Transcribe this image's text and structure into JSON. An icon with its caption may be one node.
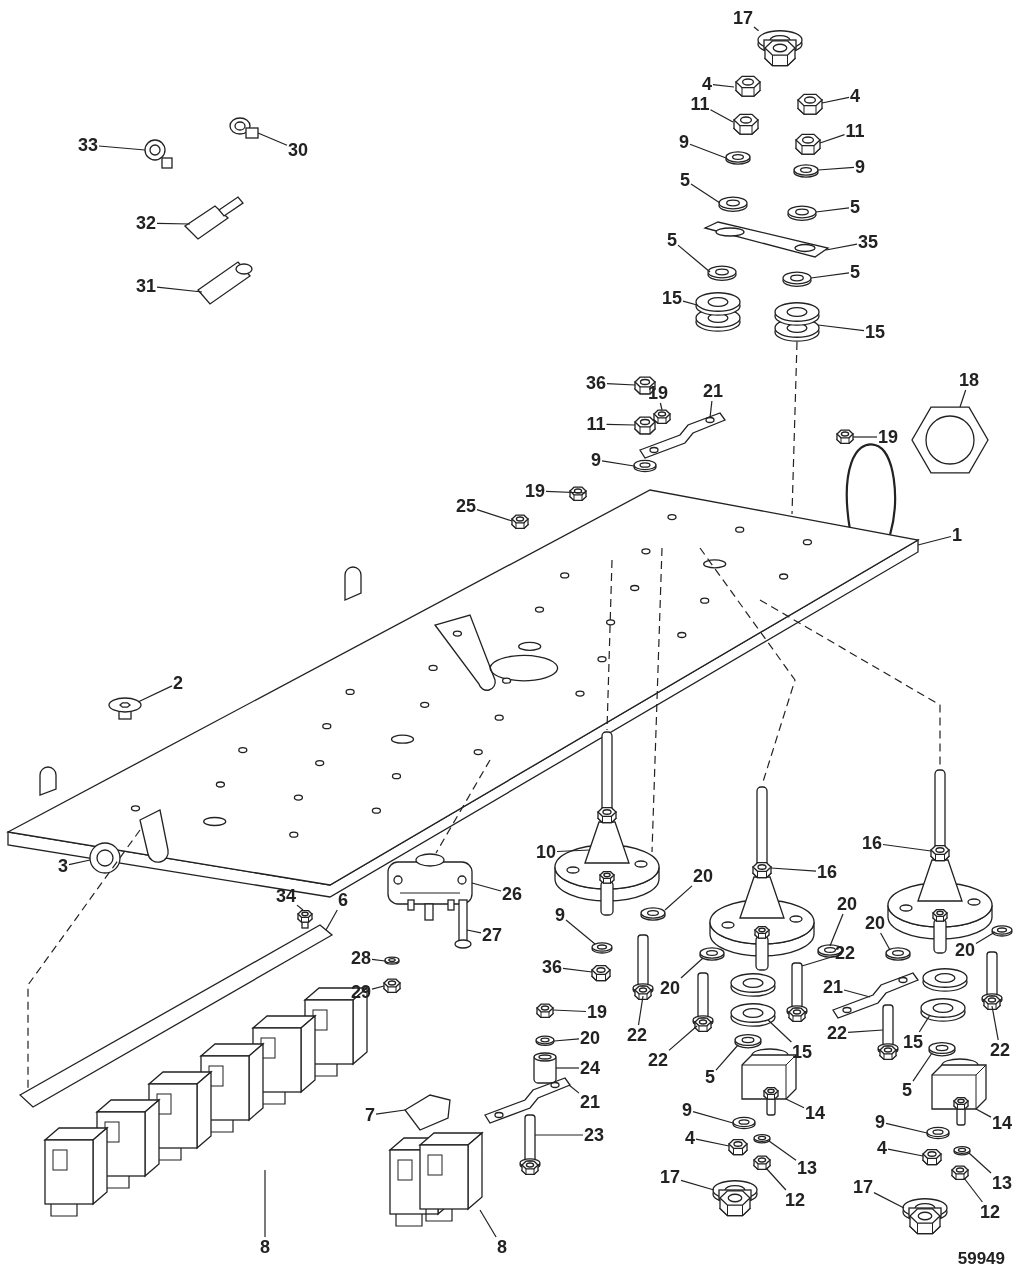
{
  "diagram": {
    "nodes": [
      {
        "text": [
          "17"
        ]
      },
      {
        "text": [
          "4"
        ]
      },
      {
        "text": [
          "4"
        ]
      },
      {
        "text": [
          "11"
        ]
      },
      {
        "text": [
          "11"
        ]
      },
      {
        "text": [
          "9"
        ]
      },
      {
        "text": [
          "9"
        ]
      },
      {
        "text": [
          "5"
        ]
      },
      {
        "text": [
          "5"
        ]
      },
      {
        "text": [
          "35"
        ]
      },
      {
        "text": [
          "5"
        ]
      },
      {
        "text": [
          "5"
        ]
      },
      {
        "text": [
          "15"
        ]
      },
      {
        "text": [
          "15"
        ]
      },
      {
        "text": [
          "33"
        ]
      },
      {
        "text": [
          "30"
        ]
      },
      {
        "text": [
          "32"
        ]
      },
      {
        "text": [
          "31"
        ]
      },
      {
        "text": [
          "36"
        ]
      },
      {
        "text": [
          "19"
        ]
      },
      {
        "text": [
          "21"
        ]
      },
      {
        "text": [
          "18"
        ]
      },
      {
        "text": [
          "11"
        ]
      },
      {
        "text": [
          "19"
        ]
      },
      {
        "text": [
          "9"
        ]
      },
      {
        "text": [
          "19"
        ]
      },
      {
        "text": [
          "25"
        ]
      },
      {
        "text": [
          "1"
        ]
      },
      {
        "text": [
          "2"
        ]
      },
      {
        "text": [
          "3"
        ]
      },
      {
        "text": [
          "10"
        ]
      },
      {
        "text": [
          "16"
        ]
      },
      {
        "text": [
          "16"
        ]
      },
      {
        "text": [
          "26"
        ]
      },
      {
        "text": [
          "34"
        ]
      },
      {
        "text": [
          "6"
        ]
      },
      {
        "text": [
          "20"
        ]
      },
      {
        "text": [
          "20"
        ]
      },
      {
        "text": [
          "9"
        ]
      },
      {
        "text": [
          "27"
        ]
      },
      {
        "text": [
          "20"
        ]
      },
      {
        "text": [
          "20"
        ]
      },
      {
        "text": [
          "28"
        ]
      },
      {
        "text": [
          "36"
        ]
      },
      {
        "text": [
          "22"
        ]
      },
      {
        "text": [
          "20"
        ]
      },
      {
        "text": [
          "29"
        ]
      },
      {
        "text": [
          "21"
        ]
      },
      {
        "text": [
          "19"
        ]
      },
      {
        "text": [
          "22"
        ]
      },
      {
        "text": [
          "22"
        ]
      },
      {
        "text": [
          "20"
        ]
      },
      {
        "text": [
          "15"
        ]
      },
      {
        "text": [
          "22"
        ]
      },
      {
        "text": [
          "15"
        ]
      },
      {
        "text": [
          "22"
        ]
      },
      {
        "text": [
          "24"
        ]
      },
      {
        "text": [
          "5"
        ]
      },
      {
        "text": [
          "5"
        ]
      },
      {
        "text": [
          "21"
        ]
      },
      {
        "text": [
          "9"
        ]
      },
      {
        "text": [
          "14"
        ]
      },
      {
        "text": [
          "14"
        ]
      },
      {
        "text": [
          "9"
        ]
      },
      {
        "text": [
          "23"
        ]
      },
      {
        "text": [
          "7"
        ]
      },
      {
        "text": [
          "4"
        ]
      },
      {
        "text": [
          "4"
        ]
      },
      {
        "text": [
          "13"
        ]
      },
      {
        "text": [
          "17"
        ]
      },
      {
        "text": [
          "13"
        ]
      },
      {
        "text": [
          "17"
        ]
      },
      {
        "text": [
          "12"
        ]
      },
      {
        "text": [
          "12"
        ]
      },
      {
        "text": [
          "8"
        ]
      },
      {
        "text": [
          "8"
        ]
      },
      {
        "text": [],
        "shape": "picture"
      },
      {
        "text": [],
        "shape": "picture"
      },
      {
        "text": [],
        "shape": "picture"
      },
      {
        "text": [],
        "shape": "picture"
      },
      {
        "text": [],
        "shape": "picture"
      },
      {
        "text": [],
        "shape": "picture"
      },
      {
        "text": [],
        "shape": "picture"
      },
      {
        "text": [],
        "shape": "picture"
      },
      {
        "text": [],
        "shape": "picture"
      },
      {
        "text": [],
        "shape": "picture"
      },
      {
        "text": [],
        "shape": "picture"
      },
      {
        "text": [],
        "shape": "picture"
      },
      {
        "text": [],
        "shape": "picture"
      },
      {
        "text": [],
        "shape": "picture"
      },
      {
        "text": [],
        "shape": "picture"
      },
      {
        "text": [],
        "shape": "picture"
      },
      {
        "text": [],
        "shape": "picture"
      },
      {
        "text": [],
        "shape": "picture"
      },
      {
        "text": [],
        "shape": "picture"
      },
      {
        "text": [],
        "shape": "picture"
      },
      {
        "text": [],
        "shape": "picture"
      },
      {
        "text": [],
        "shape": "picture"
      },
      {
        "text": [],
        "shape": "picture"
      },
      {
        "text": [],
        "shape": "picture"
      },
      {
        "text": [],
        "shape": "picture"
      },
      {
        "text": [],
        "shape": "picture"
      },
      {
        "text": [],
        "shape": "picture"
      },
      {
        "text": [],
        "shape": "picture"
      },
      {
        "text": [],
        "shape": "picture"
      },
      {
        "text": [],
        "shape": "picture"
      },
      {
        "text": [],
        "shape": "picture"
      },
      {
        "text": [],
        "shape": "picture"
      },
      {
        "text": [],
        "shape": "picture"
      },
      {
        "text": [],
        "shape": "picture"
      },
      {
        "text": [],
        "shape": "picture"
      },
      {
        "text": [],
        "shape": "picture"
      },
      {
        "text": [],
        "shape": "picture"
      },
      {
        "text": [],
        "shape": "picture"
      },
      {
        "text": [],
        "shape": "picture"
      },
      {
        "text": [],
        "shape": "picture"
      },
      {
        "text": [],
        "shape": "picture"
      },
      {
        "text": [],
        "shape": "picture"
      },
      {
        "text": [],
        "shape": "picture"
      },
      {
        "text": [],
        "shape": "picture"
      },
      {
        "text": [],
        "shape": "picture"
      },
      {
        "text": [],
        "shape": "picture"
      },
      {
        "text": [],
        "shape": "picture"
      },
      {
        "text": [],
        "shape": "picture"
      },
      {
        "text": [],
        "shape": "picture"
      },
      {
        "text": [],
        "shape": "picture"
      },
      {
        "text": [],
        "shape": "picture"
      },
      {
        "text": [],
        "shape": "picture"
      },
      {
        "text": [],
        "shape": "picture"
      },
      {
        "text": [],
        "shape": "picture"
      },
      {
        "text": [],
        "shape": "picture"
      },
      {
        "text": [],
        "shape": "picture"
      },
      {
        "text": [],
        "shape": "picture"
      },
      {
        "text": [],
        "shape": "picture"
      },
      {
        "text": [],
        "shape": "picture"
      },
      {
        "text": [],
        "shape": "picture"
      },
      {
        "text": [],
        "shape": "picture"
      },
      {
        "text": [],
        "shape": "picture"
      },
      {
        "text": [],
        "shape": "picture"
      },
      {
        "text": [],
        "shape": "picture"
      },
      {
        "text": [],
        "shape": "picture"
      },
      {
        "text": [],
        "shape": "picture"
      },
      {
        "text": [],
        "shape": "picture"
      },
      {
        "text": [],
        "shape": "picture"
      },
      {
        "text": [],
        "shape": "picture"
      },
      {
        "text": [],
        "shape": "picture"
      },
      {
        "text": [],
        "shape": "picture"
      },
      {
        "text": [],
        "shape": "picture"
      },
      {
        "text": [],
        "shape": "picture"
      },
      {
        "text": [],
        "shape": "picture"
      },
      {
        "text": [],
        "shape": "picture"
      },
      {
        "text": [],
        "shape": "picture"
      }
    ],
    "edges": [
      {
        "from": 0,
        "to": 76,
        "arrow": "none"
      },
      {
        "from": 1,
        "to": 77,
        "arrow": "none"
      },
      {
        "from": 2,
        "to": 78,
        "arrow": "none"
      },
      {
        "from": 3,
        "to": 79,
        "arrow": "none"
      },
      {
        "from": 4,
        "to": 80,
        "arrow": "none"
      },
      {
        "from": 5,
        "to": 81,
        "arrow": "none"
      },
      {
        "from": 6,
        "to": 82,
        "arrow": "none"
      },
      {
        "from": 7,
        "to": 83,
        "arrow": "none"
      },
      {
        "from": 8,
        "to": 84,
        "arrow": "none"
      },
      {
        "from": 9,
        "to": 85,
        "arrow": "none"
      },
      {
        "from": 10,
        "to": 86,
        "arrow": "none"
      },
      {
        "from": 11,
        "to": 87,
        "arrow": "none"
      },
      {
        "from": 12,
        "to": 88,
        "arrow": "none"
      },
      {
        "from": 13,
        "to": 89,
        "arrow": "none"
      },
      {
        "from": 14,
        "to": 90,
        "arrow": "none"
      },
      {
        "from": 15,
        "to": 91,
        "arrow": "none"
      },
      {
        "from": 16,
        "to": 92,
        "arrow": "none"
      },
      {
        "from": 17,
        "to": 93,
        "arrow": "none"
      },
      {
        "from": 18,
        "to": 94,
        "arrow": "none"
      },
      {
        "from": 19,
        "to": 95,
        "arrow": "none"
      },
      {
        "from": 20,
        "to": 96,
        "arrow": "none"
      },
      {
        "from": 21,
        "to": 97,
        "arrow": "none"
      },
      {
        "from": 22,
        "to": 98,
        "arrow": "none"
      },
      {
        "from": 23,
        "to": 99,
        "arrow": "none"
      },
      {
        "from": 24,
        "to": 100,
        "arrow": "none"
      },
      {
        "from": 25,
        "to": 101,
        "arrow": "none"
      },
      {
        "from": 26,
        "to": 102,
        "arrow": "none"
      },
      {
        "from": 27,
        "to": 103,
        "arrow": "none"
      },
      {
        "from": 28,
        "to": 104,
        "arrow": "none"
      },
      {
        "from": 29,
        "to": 105,
        "arrow": "none"
      },
      {
        "from": 30,
        "to": 106,
        "arrow": "none"
      },
      {
        "from": 31,
        "to": 107,
        "arrow": "none"
      },
      {
        "from": 32,
        "to": 108,
        "arrow": "none"
      },
      {
        "from": 33,
        "to": 109,
        "arrow": "none"
      },
      {
        "from": 34,
        "to": 110,
        "arrow": "none"
      },
      {
        "from": 35,
        "to": 111,
        "arrow": "none"
      },
      {
        "from": 36,
        "to": 112,
        "arrow": "none"
      },
      {
        "from": 37,
        "to": 113,
        "arrow": "none"
      },
      {
        "from": 38,
        "to": 114,
        "arrow": "none"
      },
      {
        "from": 39,
        "to": 115,
        "arrow": "none"
      },
      {
        "from": 40,
        "to": 116,
        "arrow": "none"
      },
      {
        "from": 41,
        "to": 117,
        "arrow": "none"
      },
      {
        "from": 42,
        "to": 118,
        "arrow": "none"
      },
      {
        "from": 43,
        "to": 119,
        "arrow": "none"
      },
      {
        "from": 44,
        "to": 120,
        "arrow": "none"
      },
      {
        "from": 45,
        "to": 121,
        "arrow": "none"
      },
      {
        "from": 46,
        "to": 122,
        "arrow": "none"
      },
      {
        "from": 47,
        "to": 123,
        "arrow": "none"
      },
      {
        "from": 48,
        "to": 124,
        "arrow": "none"
      },
      {
        "from": 49,
        "to": 125,
        "arrow": "none"
      },
      {
        "from": 50,
        "to": 126,
        "arrow": "none"
      },
      {
        "from": 51,
        "to": 127,
        "arrow": "none"
      },
      {
        "from": 52,
        "to": 128,
        "arrow": "none"
      },
      {
        "from": 53,
        "to": 129,
        "arrow": "none"
      },
      {
        "from": 54,
        "to": 130,
        "arrow": "none"
      },
      {
        "from": 55,
        "to": 131,
        "arrow": "none"
      },
      {
        "from": 56,
        "to": 132,
        "arrow": "none"
      },
      {
        "from": 57,
        "to": 133,
        "arrow": "none"
      },
      {
        "from": 58,
        "to": 134,
        "arrow": "none"
      },
      {
        "from": 59,
        "to": 135,
        "arrow": "none"
      },
      {
        "from": 60,
        "to": 136,
        "arrow": "none"
      },
      {
        "from": 61,
        "to": 137,
        "arrow": "none"
      },
      {
        "from": 62,
        "to": 138,
        "arrow": "none"
      },
      {
        "from": 63,
        "to": 139,
        "arrow": "none"
      },
      {
        "from": 64,
        "to": 140,
        "arrow": "none"
      },
      {
        "from": 65,
        "to": 141,
        "arrow": "none"
      },
      {
        "from": 66,
        "to": 142,
        "arrow": "none"
      },
      {
        "from": 67,
        "to": 143,
        "arrow": "none"
      },
      {
        "from": 68,
        "to": 144,
        "arrow": "none"
      },
      {
        "from": 69,
        "to": 145,
        "arrow": "none"
      },
      {
        "from": 70,
        "to": 146,
        "arrow": "none"
      },
      {
        "from": 71,
        "to": 147,
        "arrow": "none"
      },
      {
        "from": 72,
        "to": 148,
        "arrow": "none"
      },
      {
        "from": 73,
        "to": 149,
        "arrow": "none"
      },
      {
        "from": 74,
        "to": 150,
        "arrow": "none"
      },
      {
        "from": 75,
        "to": 151,
        "arrow": "none"
      },
      {
        "from": 89,
        "to": 103,
        "arrow": "none",
        "style": "dashed"
      },
      {
        "from": 103,
        "to": 106,
        "arrow": "none",
        "style": "dashed"
      },
      {
        "from": 103,
        "to": 106,
        "arrow": "none",
        "style": "dashed"
      },
      {
        "from": 103,
        "to": 108,
        "arrow": "none",
        "style": "dashed"
      },
      {
        "from": 103,
        "to": 107,
        "arrow": "none",
        "style": "dashed"
      },
      {
        "from": 103,
        "to": 111,
        "arrow": "none",
        "style": "dashed"
      },
      {
        "from": 103,
        "to": 109,
        "arrow": "none",
        "style": "dashed"
      }
    ],
    "labels": [
      "59949"
    ]
  }
}
